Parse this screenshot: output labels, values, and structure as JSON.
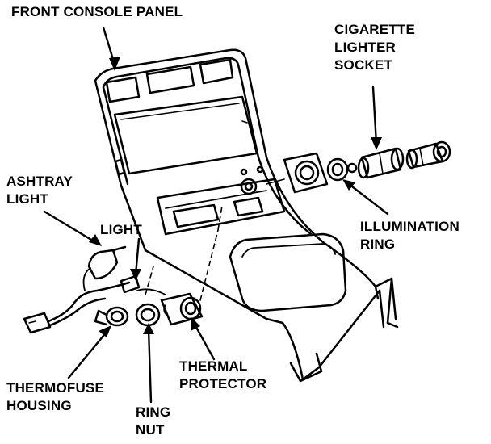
{
  "labels": {
    "front_console_panel": "FRONT CONSOLE PANEL",
    "cigarette_lighter_socket": [
      "CIGARETTE",
      "LIGHTER",
      "SOCKET"
    ],
    "ashtray_light": [
      "ASHTRAY",
      "LIGHT"
    ],
    "light": "LIGHT",
    "illumination_ring": [
      "ILLUMINATION",
      "RING"
    ],
    "thermal_protector": [
      "THERMAL",
      "PROTECTOR"
    ],
    "thermofuse_housing": [
      "THERMOFUSE",
      "HOUSING"
    ],
    "ring_nut": [
      "RING",
      "NUT"
    ]
  },
  "colors": {
    "ink": "#000000",
    "paper": "#ffffff"
  }
}
